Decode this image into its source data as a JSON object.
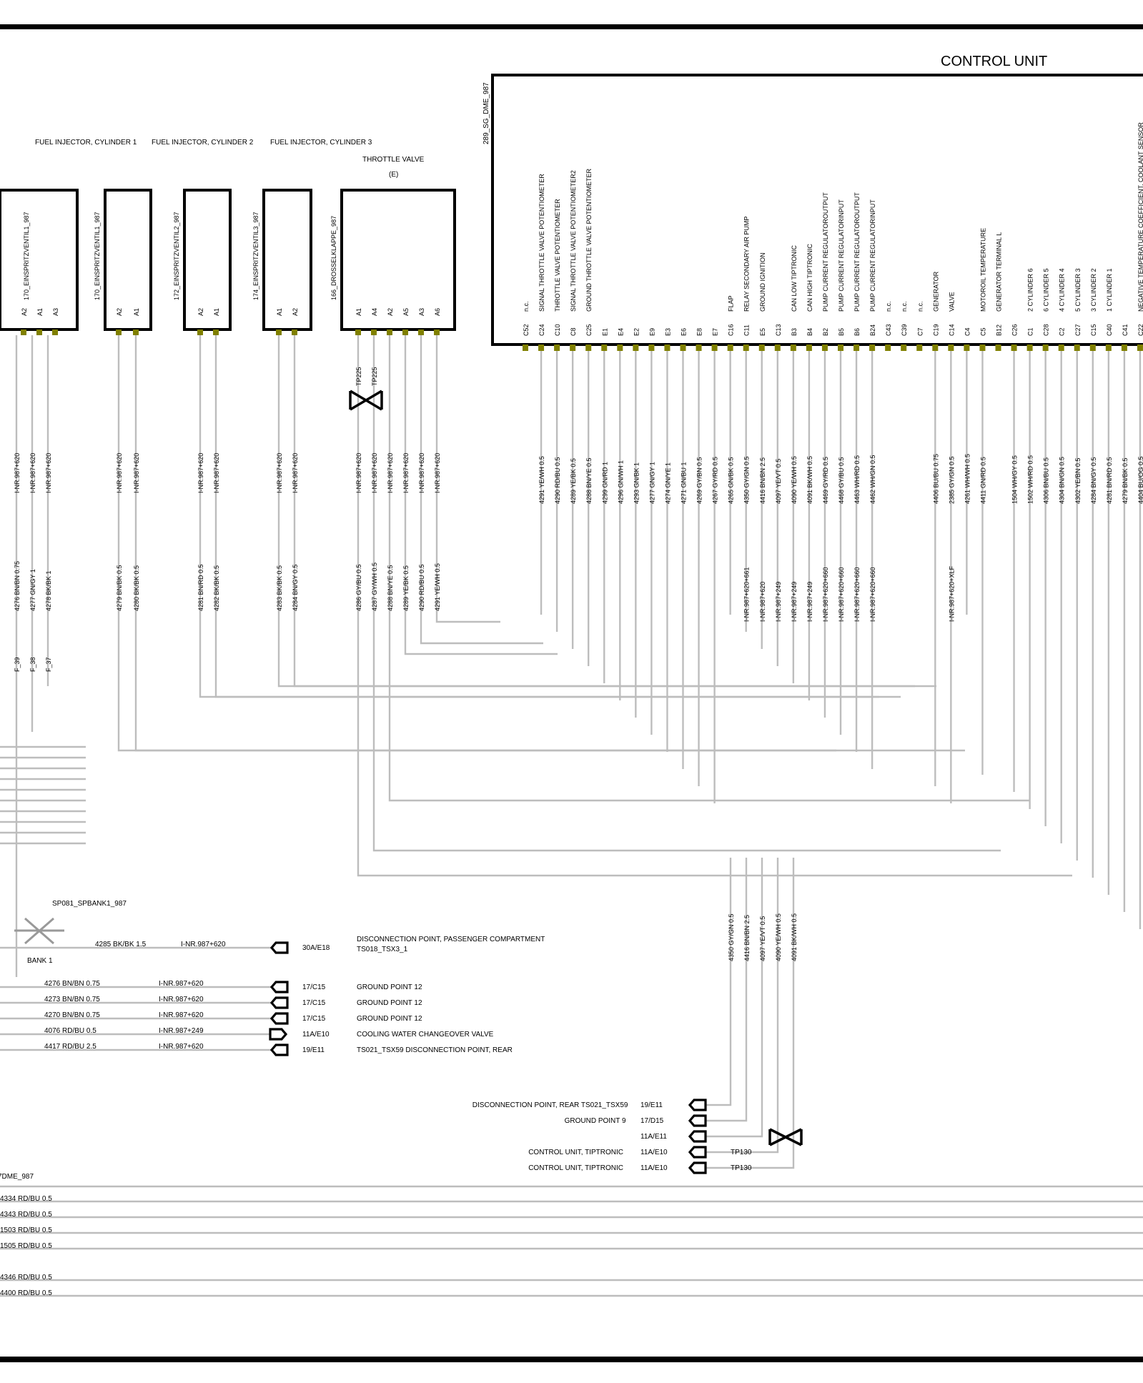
{
  "title": "CONTROL UNIT",
  "components": [
    {
      "id": "inj1",
      "label": "170_EINSPRITZVENTIL1_987",
      "pins": [
        "A2",
        "A1",
        "A3"
      ]
    },
    {
      "id": "inj2",
      "label": "170_EINSPRITZVENTIL1_987",
      "pins": [
        "A2",
        "A1"
      ]
    },
    {
      "id": "inj3",
      "label": "172_EINSPRITZVENTIL2_987",
      "pins": [
        "A2",
        "A1"
      ]
    },
    {
      "id": "inj4",
      "label": "174_EINSPRITZVENTIL3_987",
      "pins": [
        "A1",
        "A2"
      ]
    },
    {
      "id": "throttle",
      "label": "166_DROSSELKLAPPE_987",
      "pins": [
        "A1",
        "A4",
        "A2",
        "A5",
        "A3",
        "A6"
      ]
    }
  ],
  "headings": {
    "fi1": "FUEL INJECTOR, CYLINDER 1",
    "fi2": "FUEL INJECTOR, CYLINDER 2",
    "fi3": "FUEL INJECTOR, CYLINDER 3",
    "throttle": "THROTTLE VALVE",
    "throttle_sub": "(E)",
    "ecu_label": "289_SG_DME_987"
  },
  "ecu_pins": [
    {
      "pin": "C52",
      "fn": "n.c."
    },
    {
      "pin": "C24",
      "fn": "SIGNAL THROTTLE VALVE  POTENTIOMETER"
    },
    {
      "pin": "C10",
      "fn": "THROTTLE VALVE  POTENTIOMETER"
    },
    {
      "pin": "C8",
      "fn": "SIGNAL THROTTLE VALVE  POTENTIOMETER2"
    },
    {
      "pin": "C25",
      "fn": "GROUND THROTTLE VALVE  POTENTIOMETER"
    },
    {
      "pin": "E1",
      "fn": ""
    },
    {
      "pin": "E4",
      "fn": ""
    },
    {
      "pin": "E2",
      "fn": ""
    },
    {
      "pin": "E9",
      "fn": ""
    },
    {
      "pin": "E3",
      "fn": ""
    },
    {
      "pin": "E6",
      "fn": ""
    },
    {
      "pin": "E8",
      "fn": ""
    },
    {
      "pin": "E7",
      "fn": ""
    },
    {
      "pin": "C16",
      "fn": "FLAP"
    },
    {
      "pin": "C11",
      "fn": "RELAY    SECONDARY AIR PUMP"
    },
    {
      "pin": "E5",
      "fn": "GROUND IGNITION"
    },
    {
      "pin": "C13",
      "fn": ""
    },
    {
      "pin": "B3",
      "fn": "CAN LOW  TIPTRONIC"
    },
    {
      "pin": "B4",
      "fn": "CAN HIGH TIPTRONIC"
    },
    {
      "pin": "B2",
      "fn": "PUMP CURRENT REGULATOROUTPUT"
    },
    {
      "pin": "B5",
      "fn": "PUMP CURRENT REGULATORINPUT"
    },
    {
      "pin": "B6",
      "fn": "PUMP CURRENT REGULATOROUTPUT"
    },
    {
      "pin": "B24",
      "fn": "PUMP CURRENT REGULATORINPUT"
    },
    {
      "pin": "C43",
      "fn": "n.c."
    },
    {
      "pin": "C39",
      "fn": "n.c."
    },
    {
      "pin": "C7",
      "fn": "n.c."
    },
    {
      "pin": "C19",
      "fn": "GENERATOR"
    },
    {
      "pin": "C14",
      "fn": "VALVE"
    },
    {
      "pin": "C4",
      "fn": ""
    },
    {
      "pin": "C5",
      "fn": "MOTOROIL TEMPERATURE"
    },
    {
      "pin": "B12",
      "fn": "GENERATOR   TERMINAL L"
    },
    {
      "pin": "C26",
      "fn": ""
    },
    {
      "pin": "C1",
      "fn": "2   CYLINDER 6"
    },
    {
      "pin": "C28",
      "fn": "6   CYLINDER 5"
    },
    {
      "pin": "C2",
      "fn": "4   CYLINDER 4"
    },
    {
      "pin": "C27",
      "fn": "5   CYLINDER 3"
    },
    {
      "pin": "C15",
      "fn": "3   CYLINDER 2"
    },
    {
      "pin": "C40",
      "fn": "1   CYLINDER 1"
    },
    {
      "pin": "C41",
      "fn": ""
    },
    {
      "pin": "C22",
      "fn": "NEGATIVE TEMPERATURE COEFFICIENT, COOLANT SENSOR"
    }
  ],
  "ecu_wires": [
    "4291 YE/WH 0.5",
    "4290 RD/BU 0.5",
    "4289 YE/BK 0.5",
    "4288 BN/YE 0.5",
    "4299 GN/RD 1",
    "4296 GN/WH 1",
    "4293 GN/BK 1",
    "4277 GN/GY 1",
    "4274 GN/YE 1",
    "4271 GN/BU 1",
    "4269 GY/BN 0.5",
    "4267 GY/RD 0.5",
    "4265 GN/BK 0.5",
    "4350 GY/GN 0.5",
    "4416 BN/BN 2.5",
    "4097 YE/VT 0.5",
    "4090 YE/WH 0.5",
    "4091 BK/WH 0.5",
    "4469 GY/RD 0.5",
    "4468 GY/BU 0.5",
    "4463 WH/RD 0.5",
    "4462 WH/GN 0.5",
    "4406 BU/BU 0.75",
    "2385 GY/GN 0.5",
    "4261 WH/WH 0.5",
    "4411 GN/RD 0.5",
    "1504 WH/GY 0.5",
    "1502 WH/RD 0.5",
    "4306 BN/BU 0.5",
    "4304 BN/GN 0.5",
    "4302 YE/BN 0.5",
    "4284 BN/GY 0.5",
    "4281 BN/RD 0.5",
    "4279 BN/BK 0.5",
    "4404 BU/OG 0.5"
  ],
  "ecu_harness": [
    "I-NR.987+620+661",
    "I-NR.987+620",
    "I-NR.987+249",
    "I-NR.987+249",
    "I-NR.987+249",
    "I-NR.987+620+660",
    "I-NR.987+620+660",
    "I-NR.987+620+660",
    "I-NR.987+620+660",
    "I-NR.987+620+XLF"
  ],
  "left_harness": "I-NR.987+620",
  "left_wires": [
    "4276 BN/BN 0.75",
    "4277 GN/GY 1",
    "4278 BK/BK 1",
    "4279 BN/BK 0.5",
    "4280 BK/BK 0.5",
    "4281 BN/RD 0.5",
    "4282 BK/BK 0.5",
    "4283 BK/BK 0.5",
    "4284 BN/GY 0.5",
    "4286 GY/BU 0.5",
    "4287 GY/WH 0.5",
    "4288 BN/YE 0.5",
    "4289 YE/BK 0.5",
    "4290 RD/BU 0.5",
    "4291 YE/WH 0.5"
  ],
  "fuses": [
    "F_39",
    "F_38",
    "F_37"
  ],
  "tp": [
    "TP225",
    "TP225"
  ],
  "splice": {
    "label": "SP081_SPBANK1_987",
    "sub": "BANK 1"
  },
  "ground_rows": [
    {
      "wire": "4285 BK/BK 1.5",
      "harness": "I-NR.987+620",
      "ref": "30A/E18",
      "dest": "DISCONNECTION POINT, PASSENGER COMPARTMENT",
      "dest2": "TS018_TSX3_1"
    },
    {
      "wire": "4276 BN/BN 0.75",
      "harness": "I-NR.987+620",
      "ref": "17/C15",
      "dest": "GROUND POINT 12",
      "dest2": ""
    },
    {
      "wire": "4273 BN/BN 0.75",
      "harness": "I-NR.987+620",
      "ref": "17/C15",
      "dest": "GROUND POINT 12",
      "dest2": ""
    },
    {
      "wire": "4270 BN/BN 0.75",
      "harness": "I-NR.987+620",
      "ref": "17/C15",
      "dest": "GROUND POINT 12",
      "dest2": ""
    },
    {
      "wire": "4076 RD/BU 0.5",
      "harness": "I-NR.987+249",
      "ref": "11A/E10",
      "dest": "COOLING WATER   CHANGEOVER VALVE",
      "dest2": ""
    },
    {
      "wire": "4417 RD/BU 2.5",
      "harness": "I-NR.987+620",
      "ref": "19/E11",
      "dest": "TS021_TSX59 DISCONNECTION POINT, REAR",
      "dest2": ""
    }
  ],
  "lower_wires": [
    "4350 GY/GN 0.5",
    "4416 BN/BN 2.5",
    "4097 YE/VT 0.5",
    "4090 YE/WH 0.5",
    "4091 BK/WH 0.5"
  ],
  "right_conn": [
    {
      "name": "DISCONNECTION POINT, REAR TS021_TSX59",
      "ref": "19/E11",
      "tp": ""
    },
    {
      "name": "GROUND POINT 9",
      "ref": "17/D15",
      "tp": ""
    },
    {
      "name": "",
      "ref": "11A/E11",
      "tp": ""
    },
    {
      "name": "CONTROL UNIT, TIPTRONIC",
      "ref": "11A/E10",
      "tp": "TP130"
    },
    {
      "name": "CONTROL UNIT, TIPTRONIC",
      "ref": "11A/E10",
      "tp": "TP130"
    }
  ],
  "bottom_label": "7DME_987",
  "bottom_wires": [
    "4334 RD/BU 0.5",
    "4343 RD/BU 0.5",
    "1503 RD/BU 0.5",
    "1505 RD/BU 0.5",
    "4346 RD/BU 0.5",
    "4400 RD/BU 0.5"
  ]
}
